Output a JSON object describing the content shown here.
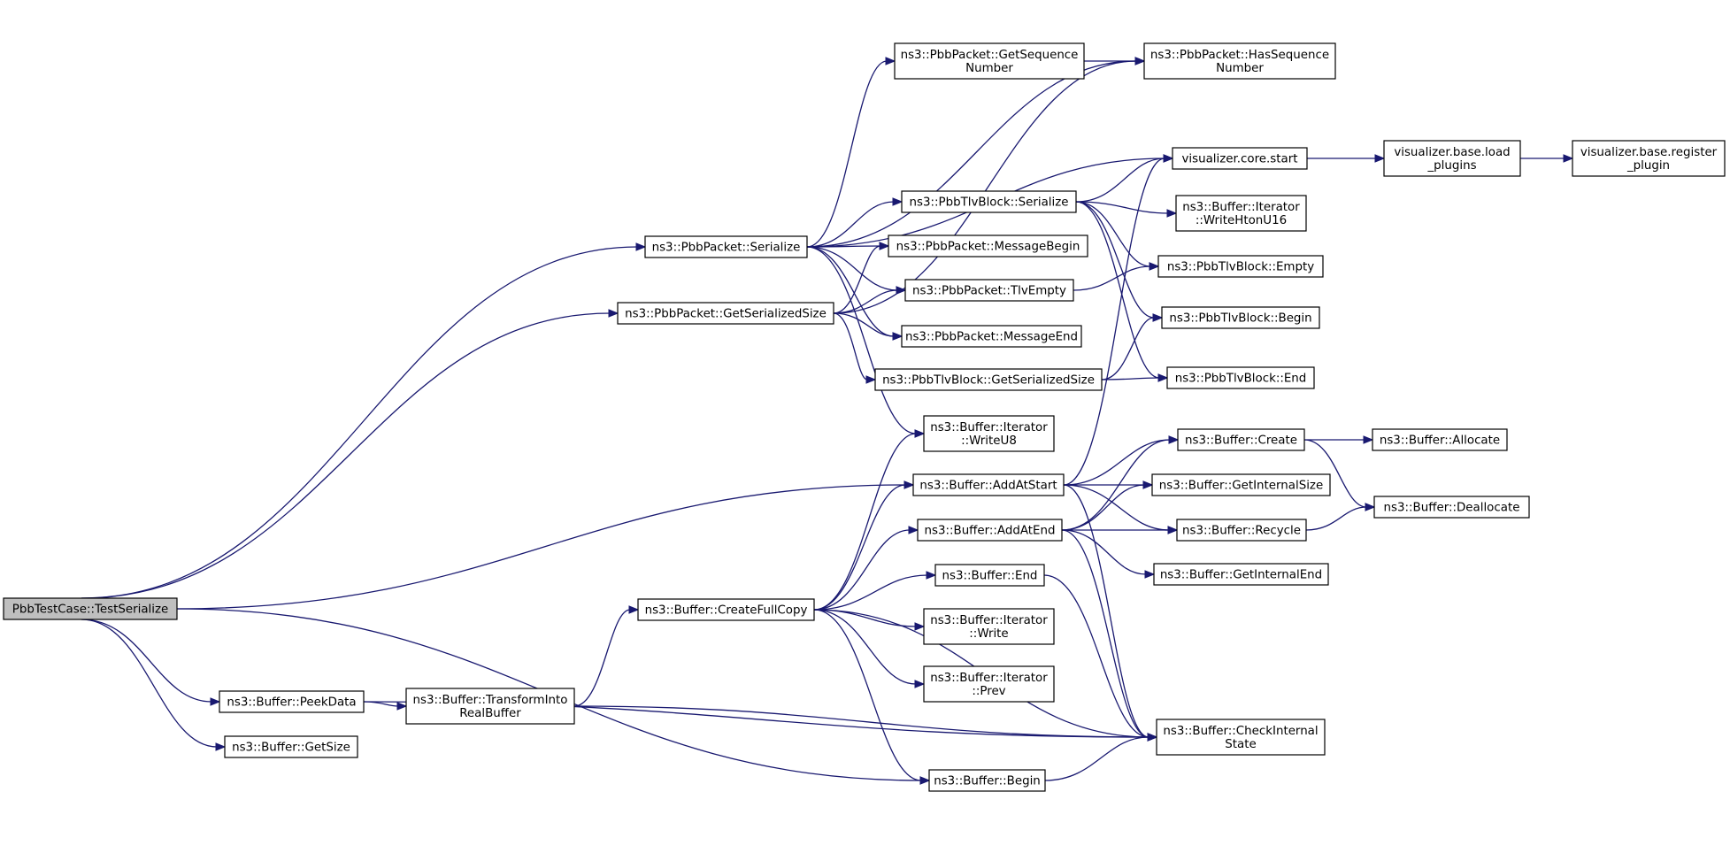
{
  "colors": {
    "edge": "#191970",
    "node_fill": "#ffffff",
    "root_fill": "#bfbfbf",
    "border": "#000000"
  },
  "nodes": [
    {
      "id": "testSerialize",
      "lines": [
        "PbbTestCase::TestSerialize"
      ],
      "root": true
    },
    {
      "id": "pbbSerialize",
      "lines": [
        "ns3::PbbPacket::Serialize"
      ]
    },
    {
      "id": "pbbGetSerSize",
      "lines": [
        "ns3::PbbPacket::GetSerializedSize"
      ]
    },
    {
      "id": "getSeqNum",
      "lines": [
        "ns3::PbbPacket::GetSequence",
        "Number"
      ]
    },
    {
      "id": "hasSeqNum",
      "lines": [
        "ns3::PbbPacket::HasSequence",
        "Number"
      ]
    },
    {
      "id": "vizStart",
      "lines": [
        "visualizer.core.start"
      ]
    },
    {
      "id": "vizLoad",
      "lines": [
        "visualizer.base.load",
        "_plugins"
      ]
    },
    {
      "id": "vizRegister",
      "lines": [
        "visualizer.base.register",
        "_plugin"
      ]
    },
    {
      "id": "tlvSerialize",
      "lines": [
        "ns3::PbbTlvBlock::Serialize"
      ]
    },
    {
      "id": "writeHtonU16",
      "lines": [
        "ns3::Buffer::Iterator",
        "::WriteHtonU16"
      ]
    },
    {
      "id": "msgBegin",
      "lines": [
        "ns3::PbbPacket::MessageBegin"
      ]
    },
    {
      "id": "tlvBlockEmpty",
      "lines": [
        "ns3::PbbTlvBlock::Empty"
      ]
    },
    {
      "id": "tlvEmpty",
      "lines": [
        "ns3::PbbPacket::TlvEmpty"
      ]
    },
    {
      "id": "tlvBlockBegin",
      "lines": [
        "ns3::PbbTlvBlock::Begin"
      ]
    },
    {
      "id": "msgEnd",
      "lines": [
        "ns3::PbbPacket::MessageEnd"
      ]
    },
    {
      "id": "tlvGetSerSize",
      "lines": [
        "ns3::PbbTlvBlock::GetSerializedSize"
      ]
    },
    {
      "id": "tlvBlockEnd",
      "lines": [
        "ns3::PbbTlvBlock::End"
      ]
    },
    {
      "id": "writeU8",
      "lines": [
        "ns3::Buffer::Iterator",
        "::WriteU8"
      ]
    },
    {
      "id": "bufCreate",
      "lines": [
        "ns3::Buffer::Create"
      ]
    },
    {
      "id": "bufAllocate",
      "lines": [
        "ns3::Buffer::Allocate"
      ]
    },
    {
      "id": "addAtStart",
      "lines": [
        "ns3::Buffer::AddAtStart"
      ]
    },
    {
      "id": "getInternalSize",
      "lines": [
        "ns3::Buffer::GetInternalSize"
      ]
    },
    {
      "id": "bufDeallocate",
      "lines": [
        "ns3::Buffer::Deallocate"
      ]
    },
    {
      "id": "addAtEnd",
      "lines": [
        "ns3::Buffer::AddAtEnd"
      ]
    },
    {
      "id": "bufRecycle",
      "lines": [
        "ns3::Buffer::Recycle"
      ]
    },
    {
      "id": "getInternalEnd",
      "lines": [
        "ns3::Buffer::GetInternalEnd"
      ]
    },
    {
      "id": "bufEnd",
      "lines": [
        "ns3::Buffer::End"
      ]
    },
    {
      "id": "createFullCopy",
      "lines": [
        "ns3::Buffer::CreateFullCopy"
      ]
    },
    {
      "id": "iterWrite",
      "lines": [
        "ns3::Buffer::Iterator",
        "::Write"
      ]
    },
    {
      "id": "iterPrev",
      "lines": [
        "ns3::Buffer::Iterator",
        "::Prev"
      ]
    },
    {
      "id": "peekData",
      "lines": [
        "ns3::Buffer::PeekData"
      ]
    },
    {
      "id": "transformInto",
      "lines": [
        "ns3::Buffer::TransformInto",
        "RealBuffer"
      ]
    },
    {
      "id": "checkInternal",
      "lines": [
        "ns3::Buffer::CheckInternal",
        "State"
      ]
    },
    {
      "id": "getSize",
      "lines": [
        "ns3::Buffer::GetSize"
      ]
    },
    {
      "id": "bufBegin",
      "lines": [
        "ns3::Buffer::Begin"
      ]
    }
  ],
  "edges": [
    [
      "testSerialize",
      "pbbSerialize"
    ],
    [
      "testSerialize",
      "pbbGetSerSize"
    ],
    [
      "testSerialize",
      "addAtStart"
    ],
    [
      "testSerialize",
      "peekData"
    ],
    [
      "testSerialize",
      "getSize"
    ],
    [
      "testSerialize",
      "bufBegin"
    ],
    [
      "pbbSerialize",
      "getSeqNum"
    ],
    [
      "pbbSerialize",
      "hasSeqNum"
    ],
    [
      "pbbSerialize",
      "vizStart"
    ],
    [
      "pbbSerialize",
      "tlvSerialize"
    ],
    [
      "pbbSerialize",
      "msgBegin"
    ],
    [
      "pbbSerialize",
      "tlvEmpty"
    ],
    [
      "pbbSerialize",
      "msgEnd"
    ],
    [
      "pbbSerialize",
      "writeU8"
    ],
    [
      "pbbGetSerSize",
      "hasSeqNum"
    ],
    [
      "pbbGetSerSize",
      "msgBegin"
    ],
    [
      "pbbGetSerSize",
      "tlvEmpty"
    ],
    [
      "pbbGetSerSize",
      "msgEnd"
    ],
    [
      "pbbGetSerSize",
      "tlvGetSerSize"
    ],
    [
      "getSeqNum",
      "hasSeqNum"
    ],
    [
      "vizStart",
      "vizLoad"
    ],
    [
      "vizLoad",
      "vizRegister"
    ],
    [
      "tlvSerialize",
      "vizStart"
    ],
    [
      "tlvSerialize",
      "writeHtonU16"
    ],
    [
      "tlvSerialize",
      "tlvBlockEmpty"
    ],
    [
      "tlvSerialize",
      "tlvBlockBegin"
    ],
    [
      "tlvSerialize",
      "tlvBlockEnd"
    ],
    [
      "tlvEmpty",
      "tlvBlockEmpty"
    ],
    [
      "tlvGetSerSize",
      "tlvBlockBegin"
    ],
    [
      "tlvGetSerSize",
      "tlvBlockEnd"
    ],
    [
      "bufCreate",
      "bufAllocate"
    ],
    [
      "bufCreate",
      "bufDeallocate"
    ],
    [
      "addAtStart",
      "vizStart"
    ],
    [
      "addAtStart",
      "bufCreate"
    ],
    [
      "addAtStart",
      "getInternalSize"
    ],
    [
      "addAtStart",
      "bufRecycle"
    ],
    [
      "addAtStart",
      "checkInternal"
    ],
    [
      "addAtEnd",
      "bufCreate"
    ],
    [
      "addAtEnd",
      "getInternalSize"
    ],
    [
      "addAtEnd",
      "bufRecycle"
    ],
    [
      "addAtEnd",
      "getInternalEnd"
    ],
    [
      "addAtEnd",
      "checkInternal"
    ],
    [
      "bufRecycle",
      "bufDeallocate"
    ],
    [
      "bufEnd",
      "checkInternal"
    ],
    [
      "createFullCopy",
      "writeU8"
    ],
    [
      "createFullCopy",
      "addAtStart"
    ],
    [
      "createFullCopy",
      "addAtEnd"
    ],
    [
      "createFullCopy",
      "bufEnd"
    ],
    [
      "createFullCopy",
      "iterWrite"
    ],
    [
      "createFullCopy",
      "iterPrev"
    ],
    [
      "createFullCopy",
      "checkInternal"
    ],
    [
      "createFullCopy",
      "bufBegin"
    ],
    [
      "peekData",
      "transformInto"
    ],
    [
      "peekData",
      "checkInternal"
    ],
    [
      "transformInto",
      "createFullCopy"
    ],
    [
      "transformInto",
      "checkInternal"
    ],
    [
      "bufBegin",
      "checkInternal"
    ]
  ]
}
